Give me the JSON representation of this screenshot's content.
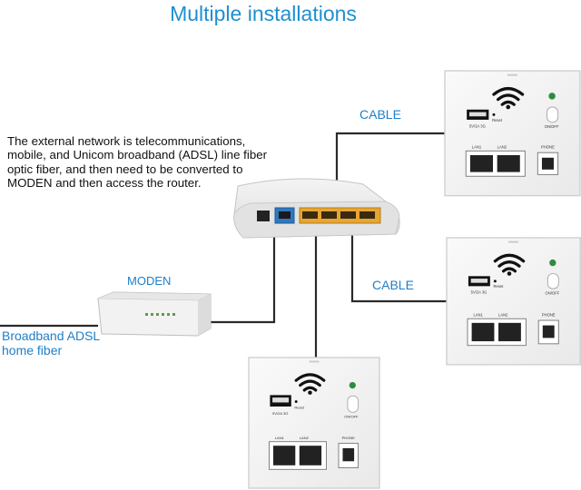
{
  "title": "Multiple installations",
  "description": "The external network is telecommunications, mobile, and Unicom broadband (ADSL) line fiber optic fiber, and then need to be converted to MODEN and then access the router.",
  "labels": {
    "cable_top": "CABLE",
    "cable_mid": "CABLE",
    "moden": "MODEN",
    "adsl_line1": "Broadband ADSL",
    "adsl_line2": "home fiber"
  },
  "panel_text": {
    "usb": "5V/2A  3G",
    "reset": "Reset",
    "onoff": "ON/OFF",
    "lan1": "LAN1",
    "lan2": "LAN2",
    "phone": "PHONE"
  },
  "colors": {
    "title": "#1e8fd0",
    "label": "#1e7fc8",
    "wire": "#2a2a2a",
    "wan_port": "#2f78c0",
    "lan_port": "#e7a531"
  }
}
